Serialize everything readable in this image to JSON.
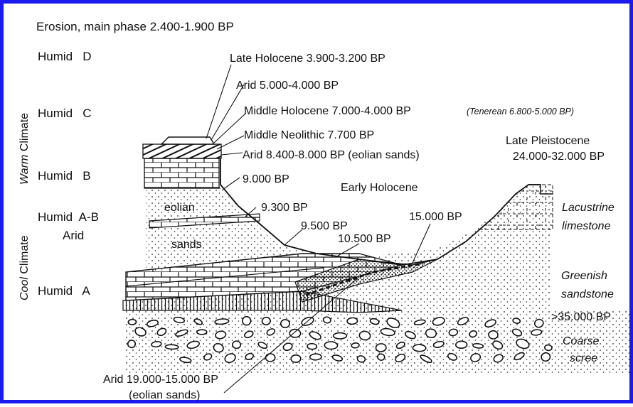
{
  "colors": {
    "frame": "#1a1aee",
    "ink": "#111111",
    "background": "#ffffff"
  },
  "header": "Erosion, main phase 2.400-1.900 BP",
  "phases": {
    "humid_d": "Humid   D",
    "humid_c": "Humid   C",
    "humid_b": "Humid   B",
    "humid_ab": "Humid  A-B",
    "arid": "Arid",
    "humid_a": "Humid   A"
  },
  "climate": {
    "warm_word": "Warm",
    "warm_rest": " Climate",
    "cool_word": "Cool",
    "cool_rest": " Climate"
  },
  "labels": {
    "late_holocene": "Late Holocene 3.900-3.200 BP",
    "arid_5000": "Arid 5.000-4.000 BP",
    "middle_holocene": "Middle Holocene 7.000-4.000 BP",
    "tenerean": "(Tenerean 6.800-5.000 BP)",
    "middle_neolithic": "Middle Neolithic 7.700 BP",
    "arid_8400": "Arid 8.400-8.000 BP (eolian sands)",
    "bp_9000": "9.000 BP",
    "early_holocene": "Early Holocene",
    "bp_9300": "9.300 BP",
    "bp_9500": "9.500 BP",
    "bp_10500": "10.500 BP",
    "bp_15000": "15.000 BP",
    "eolian": "eolian",
    "sands": "sands",
    "late_pleistocene_1": "Late Pleistocene",
    "late_pleistocene_2": "24.000-32.000 BP",
    "lacustrine_1": "Lacustrine",
    "lacustrine_2": "limestone",
    "greenish_1": "Greenish",
    "greenish_2": "sandstone",
    "bp_35000": ">35.000 BP",
    "coarse_1": "Coarse",
    "coarse_2": "scree",
    "arid_19000_1": "Arid 19.000-15.000 BP",
    "arid_19000_2": "(eolian sands)"
  }
}
